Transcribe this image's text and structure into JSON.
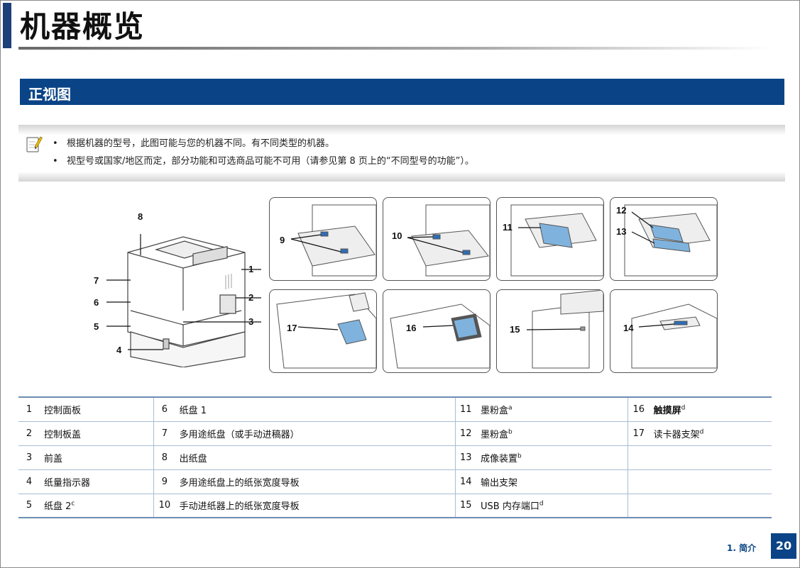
{
  "page": {
    "title": "机器概览",
    "section_title": "正视图",
    "page_number": "20",
    "chapter": "1. 简介"
  },
  "note": {
    "icon": "note-pencil-icon",
    "items": [
      "根据机器的型号，此图可能与您的机器不同。有不同类型的机器。",
      "视型号或国家/地区而定，部分功能和可选商品可能不可用（请参见第 8 页上的“不同型号的功能”）。"
    ]
  },
  "callouts": [
    "1",
    "2",
    "3",
    "4",
    "5",
    "6",
    "7",
    "8",
    "9",
    "10",
    "11",
    "12",
    "13",
    "14",
    "15",
    "16",
    "17"
  ],
  "parts": [
    {
      "num": "1",
      "name": "控制面板",
      "sup": ""
    },
    {
      "num": "2",
      "name": "控制板盖",
      "sup": ""
    },
    {
      "num": "3",
      "name": "前盖",
      "sup": ""
    },
    {
      "num": "4",
      "name": "纸量指示器",
      "sup": ""
    },
    {
      "num": "5",
      "name": "纸盘 2",
      "sup": "c"
    },
    {
      "num": "6",
      "name": "纸盘 1",
      "sup": ""
    },
    {
      "num": "7",
      "name": "多用途纸盘（或手动进稿器）",
      "sup": ""
    },
    {
      "num": "8",
      "name": "出纸盘",
      "sup": ""
    },
    {
      "num": "9",
      "name": "多用途纸盘上的纸张宽度导板",
      "sup": ""
    },
    {
      "num": "10",
      "name": "手动进纸器上的纸张宽度导板",
      "sup": ""
    },
    {
      "num": "11",
      "name": "墨粉盒",
      "sup": "a"
    },
    {
      "num": "12",
      "name": "墨粉盒",
      "sup": "b"
    },
    {
      "num": "13",
      "name": "成像装置",
      "sup": "b"
    },
    {
      "num": "14",
      "name": "输出支架",
      "sup": ""
    },
    {
      "num": "15",
      "name": "USB 内存端口",
      "sup": "d"
    },
    {
      "num": "16",
      "name": "触摸屏",
      "sup": "d"
    },
    {
      "num": "17",
      "name": "读卡器支架",
      "sup": "d"
    }
  ],
  "colors": {
    "accent": "#0a4486",
    "table_rule": "#6c8db3"
  }
}
